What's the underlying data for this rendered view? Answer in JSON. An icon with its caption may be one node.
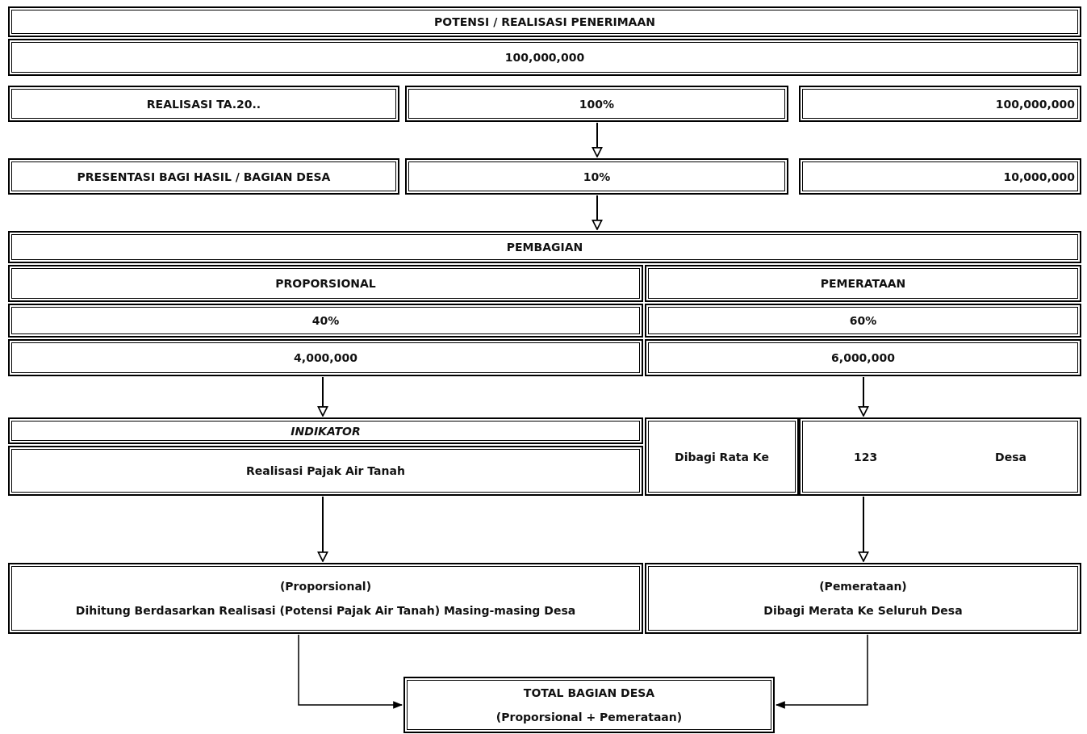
{
  "diagram": {
    "nodes": [
      {
        "text": [
          "POTENSI / REALISASI PENERIMAAN"
        ]
      },
      {
        "text": [
          "100,000,000"
        ]
      },
      {
        "text": [
          "REALISASI TA.20.."
        ]
      },
      {
        "text": [
          "100%"
        ]
      },
      {
        "text": [
          "100,000,000"
        ]
      },
      {
        "text": [
          "PRESENTASI BAGI HASIL / BAGIAN DESA"
        ]
      },
      {
        "text": [
          "10%"
        ]
      },
      {
        "text": [
          "10,000,000"
        ]
      },
      {
        "text": [
          "PEMBAGIAN"
        ]
      },
      {
        "text": [
          "PROPORSIONAL"
        ]
      },
      {
        "text": [
          "PEMERATAAN"
        ]
      },
      {
        "text": [
          "40%"
        ]
      },
      {
        "text": [
          "60%"
        ]
      },
      {
        "text": [
          "4,000,000"
        ]
      },
      {
        "text": [
          "6,000,000"
        ]
      },
      {
        "text": [
          "INDIKATOR"
        ]
      },
      {
        "text": [
          "Realisasi Pajak Air Tanah"
        ]
      },
      {
        "text": [
          "Dibagi Rata Ke"
        ]
      },
      {
        "text": [
          "123",
          "Desa"
        ]
      },
      {
        "text": [
          "(Proporsional)",
          "Dihitung Berdasarkan Realisasi (Potensi Pajak Air Tanah) Masing-masing Desa"
        ]
      },
      {
        "text": [
          "(Pemerataan)",
          "Dibagi Merata Ke Seluruh Desa"
        ]
      },
      {
        "text": [
          "TOTAL BAGIAN DESA",
          "(Proporsional + Pemerataan)"
        ]
      }
    ],
    "edges": [
      {
        "from": 3,
        "to": 6,
        "arrow": "to"
      },
      {
        "from": 6,
        "to": 8,
        "arrow": "to"
      },
      {
        "from": 13,
        "to": 15,
        "arrow": "to"
      },
      {
        "from": 14,
        "to": 18,
        "arrow": "to"
      },
      {
        "from": 16,
        "to": 19,
        "arrow": "to"
      },
      {
        "from": 18,
        "to": 20,
        "arrow": "to"
      },
      {
        "from": 19,
        "to": 21,
        "arrow": "to"
      },
      {
        "from": 20,
        "to": 21,
        "arrow": "to"
      }
    ]
  }
}
